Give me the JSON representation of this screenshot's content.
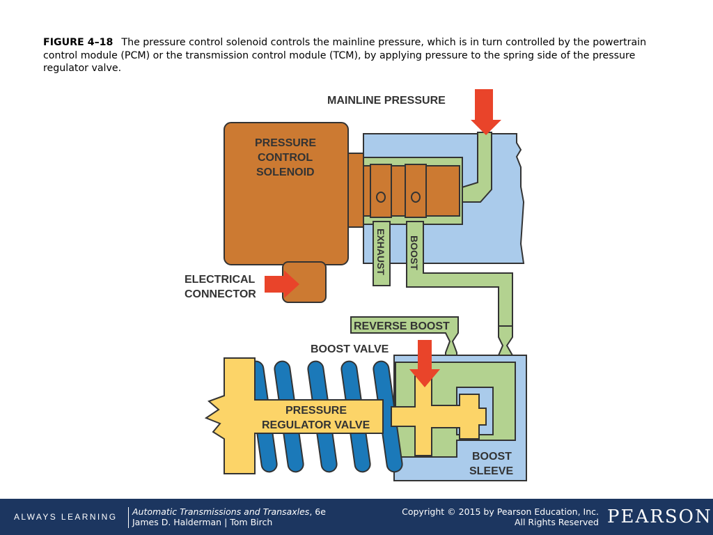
{
  "caption": {
    "figure_label": "FIGURE 4–18",
    "text": "The pressure control solenoid controls the mainline pressure, which is in turn controlled by the powertrain control module (PCM) or the transmission control module (TCM), by applying pressure to the spring side of the pressure regulator valve."
  },
  "diagram": {
    "mainline_pressure": "MAINLINE PRESSURE",
    "solenoid_line1": "PRESSURE",
    "solenoid_line2": "CONTROL",
    "solenoid_line3": "SOLENOID",
    "connector_line1": "ELECTRICAL",
    "connector_line2": "CONNECTOR",
    "exhaust": "EXHAUST",
    "boost": "BOOST",
    "reverse_boost": "REVERSE BOOST",
    "boost_valve": "BOOST VALVE",
    "regulator_line1": "PRESSURE",
    "regulator_line2": "REGULATOR VALVE",
    "sleeve_line1": "BOOST",
    "sleeve_line2": "SLEEVE",
    "colors": {
      "solenoid": "#cc7a32",
      "housing": "#aacbeb",
      "fluid_green": "#b3d290",
      "valve_yellow": "#fcd468",
      "spring_blue": "#1b79b9",
      "arrow_red": "#e9442a"
    }
  },
  "footer": {
    "tagline": "ALWAYS LEARNING",
    "book_title": "Automatic Transmissions and Transaxles",
    "edition": ", 6e",
    "authors": "James D. Halderman | Tom Birch",
    "copyright": "Copyright © 2015 by Pearson Education, Inc.",
    "rights": "All Rights Reserved",
    "brand": "PEARSON"
  }
}
